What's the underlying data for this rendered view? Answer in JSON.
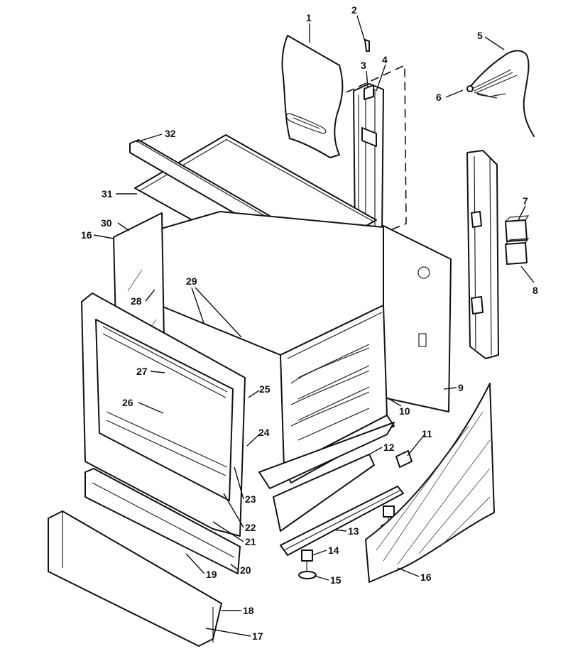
{
  "diagram": {
    "type": "exploded-parts-view",
    "callouts": [
      {
        "key": "c1",
        "label": "1"
      },
      {
        "key": "c2",
        "label": "2"
      },
      {
        "key": "c3",
        "label": "3"
      },
      {
        "key": "c4",
        "label": "4"
      },
      {
        "key": "c5",
        "label": "5"
      },
      {
        "key": "c6",
        "label": "6"
      },
      {
        "key": "c7",
        "label": "7"
      },
      {
        "key": "c8",
        "label": "8"
      },
      {
        "key": "c9",
        "label": "9"
      },
      {
        "key": "c10",
        "label": "10"
      },
      {
        "key": "c11",
        "label": "11"
      },
      {
        "key": "c12",
        "label": "12"
      },
      {
        "key": "c13",
        "label": "13"
      },
      {
        "key": "c14",
        "label": "14"
      },
      {
        "key": "c15",
        "label": "15"
      },
      {
        "key": "c16a",
        "label": "16"
      },
      {
        "key": "c16b",
        "label": "16"
      },
      {
        "key": "c17",
        "label": "17"
      },
      {
        "key": "c18",
        "label": "18"
      },
      {
        "key": "c19",
        "label": "19"
      },
      {
        "key": "c20",
        "label": "20"
      },
      {
        "key": "c21",
        "label": "21"
      },
      {
        "key": "c22",
        "label": "22"
      },
      {
        "key": "c23",
        "label": "23"
      },
      {
        "key": "c24",
        "label": "24"
      },
      {
        "key": "c25",
        "label": "25"
      },
      {
        "key": "c26",
        "label": "26"
      },
      {
        "key": "c27",
        "label": "27"
      },
      {
        "key": "c28",
        "label": "28"
      },
      {
        "key": "c29",
        "label": "29"
      },
      {
        "key": "c30",
        "label": "30"
      },
      {
        "key": "c31",
        "label": "31"
      },
      {
        "key": "c32",
        "label": "32"
      }
    ]
  }
}
